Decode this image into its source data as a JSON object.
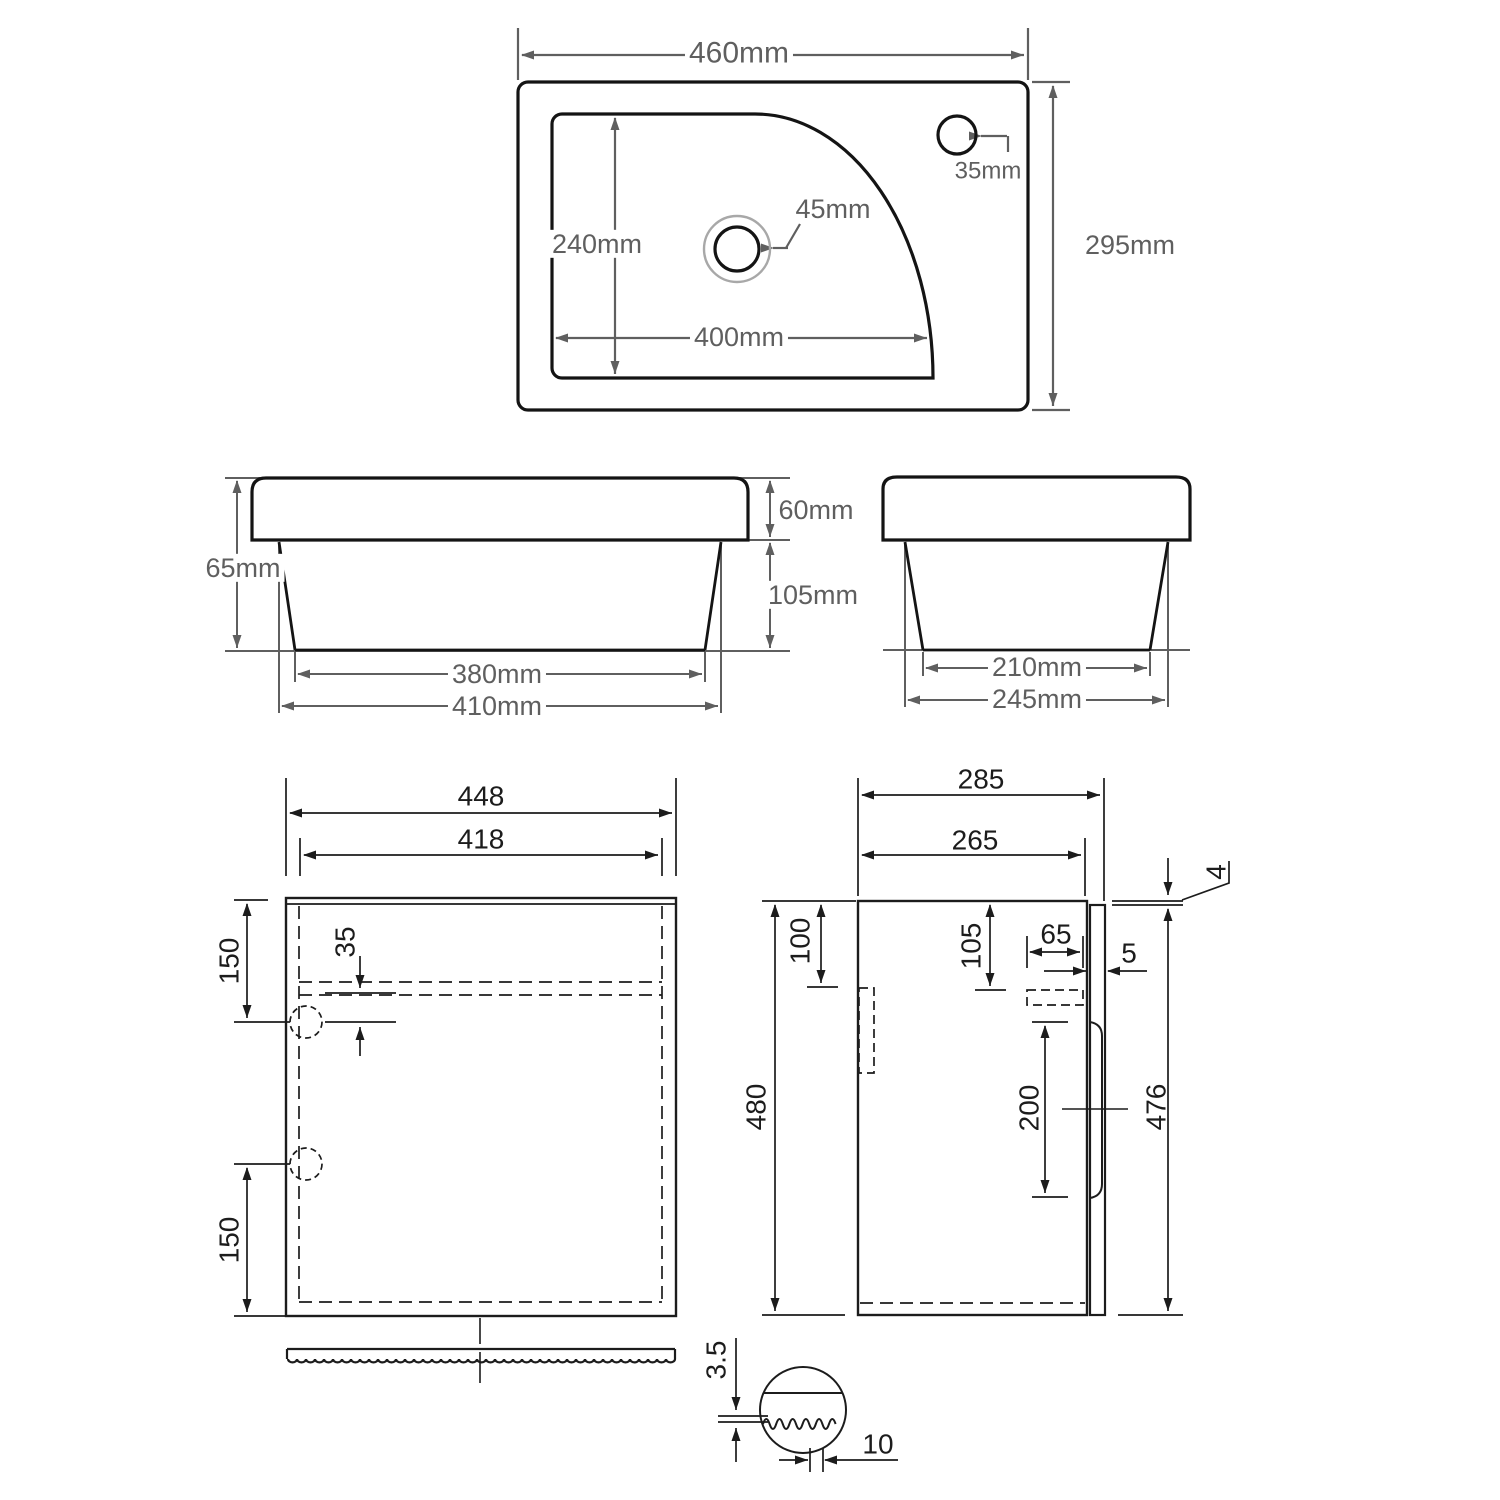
{
  "drawing": {
    "type": "technical-dimension-drawing",
    "subject": "cloakroom basin and vanity cabinet",
    "units": "mm",
    "colors": {
      "outline": "#141414",
      "dim_top": "#5f5f5f",
      "dim_bottom": "#1c1c1c",
      "background": "#ffffff"
    }
  },
  "plan": {
    "width": "460mm",
    "depth": "295mm",
    "inner_depth": "240mm",
    "inner_width": "400mm",
    "tap_hole": "45mm",
    "overflow_hole": "35mm"
  },
  "front": {
    "height": "65mm",
    "rim_height": "60mm",
    "bowl_depth": "105mm",
    "bowl_bottom_width": "380mm",
    "bowl_top_width": "410mm"
  },
  "side": {
    "bowl_bottom_depth": "210mm",
    "bowl_top_depth": "245mm"
  },
  "cab_front": {
    "outer_width": "448",
    "inner_width": "418",
    "hinge_top_offset": "150",
    "shelf_offset": "35",
    "hinge_bottom_offset": "150"
  },
  "cab_side": {
    "outer_depth": "285",
    "inner_depth": "265",
    "height": "480",
    "back_slot_offset": "100",
    "bracket_offset": "105",
    "bracket_width": "65",
    "door_gap": "5",
    "top_thickness": "4",
    "handle_length": "200",
    "door_height": "476"
  },
  "detail": {
    "wave_height": "3.5",
    "wave_pitch": "10"
  }
}
